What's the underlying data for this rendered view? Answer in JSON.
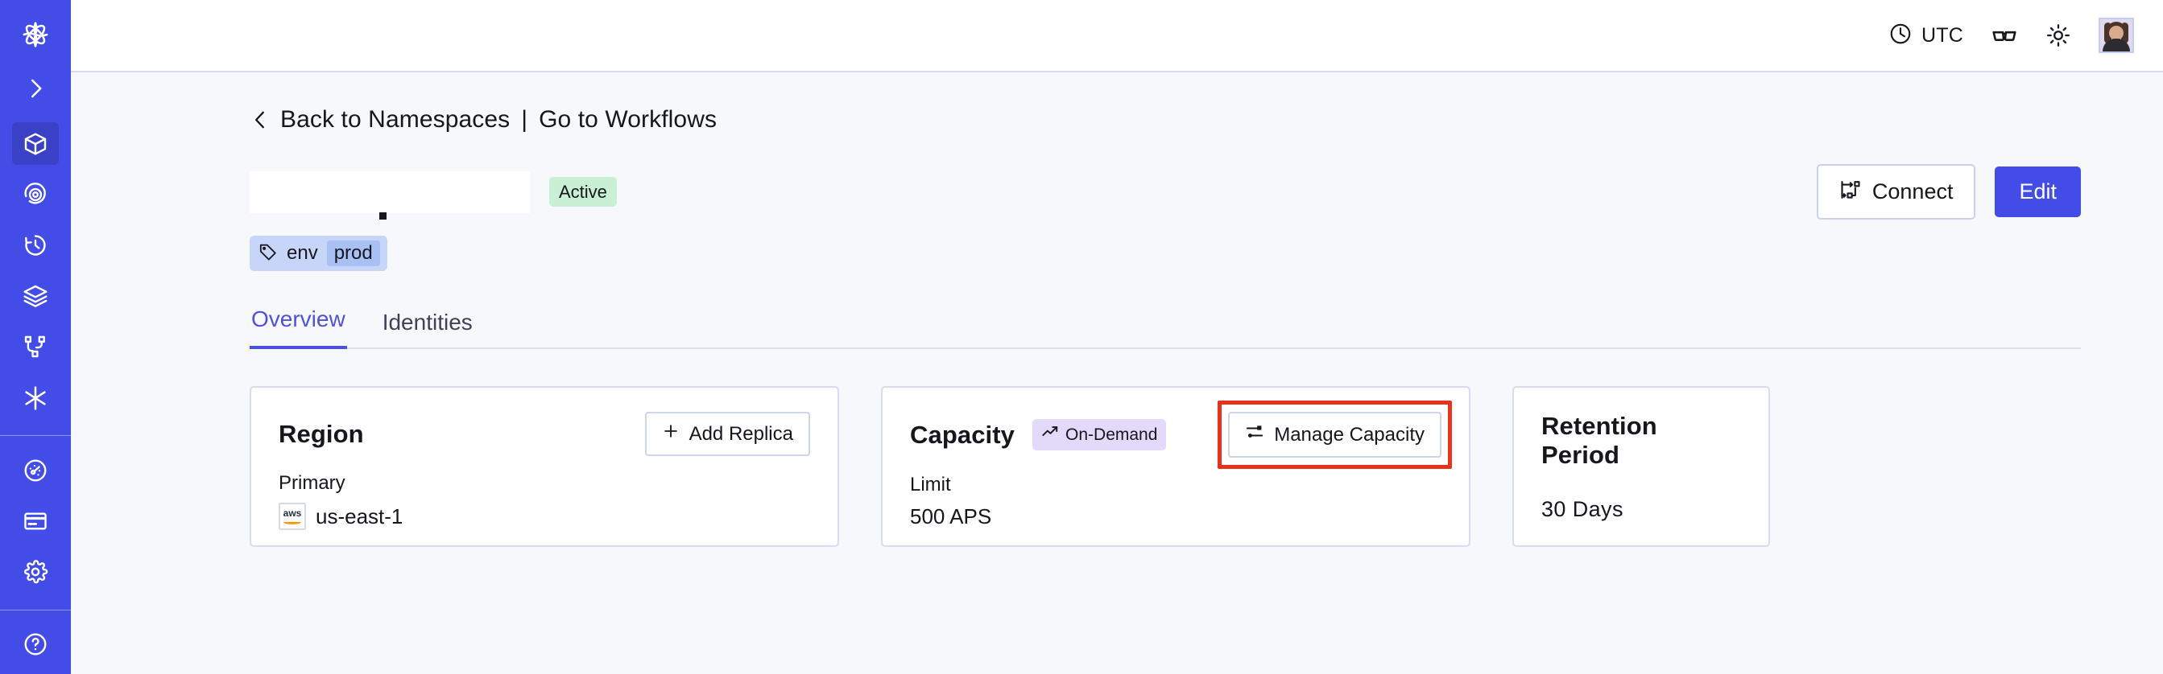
{
  "sidebar": {
    "logo": {
      "icon": "temporal-star-logo"
    },
    "items": [
      {
        "icon": "chevron-right-icon",
        "name": "expand-sidebar",
        "active": false
      },
      {
        "icon": "cube-icon",
        "name": "namespaces",
        "active": true
      },
      {
        "icon": "eye-observability-icon",
        "name": "observability",
        "active": false
      },
      {
        "icon": "history-timer-icon",
        "name": "schedules",
        "active": false
      },
      {
        "icon": "layers-icon",
        "name": "batch-operations",
        "active": false
      },
      {
        "icon": "git-branch-icon",
        "name": "workflows",
        "active": false
      },
      {
        "icon": "asterisk-nexus-icon",
        "name": "nexus",
        "active": false
      },
      {
        "icon": "gauge-usage-icon",
        "name": "usage",
        "active": false
      },
      {
        "icon": "credit-card-icon",
        "name": "billing",
        "active": false
      },
      {
        "icon": "gear-icon",
        "name": "settings",
        "active": false
      }
    ]
  },
  "topbar": {
    "timezone_label": "UTC",
    "clock_icon": "clock-icon",
    "glasses_icon": "glasses-icon",
    "theme_icon": "sun-icon",
    "avatar_icon": "user-avatar"
  },
  "breadcrumb": {
    "back_icon": "chevron-left-icon",
    "back_label": "Back to Namespaces",
    "separator": "|",
    "forward_label": "Go to Workflows"
  },
  "header": {
    "title": "",
    "status_badge": "Active",
    "connect_label": "Connect",
    "connect_icon": "connect-flow-icon",
    "edit_label": "Edit",
    "tags": [
      {
        "icon": "tag-icon",
        "key": "env",
        "value": "prod"
      }
    ]
  },
  "tabs": [
    {
      "label": "Overview",
      "active": true
    },
    {
      "label": "Identities",
      "active": false
    }
  ],
  "cards": {
    "region": {
      "title": "Region",
      "action_label": "Add Replica",
      "action_icon": "plus-icon",
      "sub_label": "Primary",
      "provider_icon": "aws-logo",
      "provider_text": "aws",
      "value": "us-east-1"
    },
    "capacity": {
      "title": "Capacity",
      "badge_label": "On-Demand",
      "badge_icon": "trending-up-icon",
      "action_label": "Manage Capacity",
      "action_icon": "sliders-icon",
      "sub_label": "Limit",
      "value": "500 APS",
      "highlighted": true
    },
    "retention": {
      "title": "Retention Period",
      "value": "30 Days"
    }
  },
  "colors": {
    "brand_blue": "#444ce7",
    "sidebar_active": "#3a41c7",
    "tab_active": "#4f52d9",
    "status_green": "#c9f0d4",
    "badge_purple": "#e3daf9",
    "tag_blue": "#c6d5f8",
    "tag_value_blue": "#a8c0f4",
    "annotation_red": "#e8331c",
    "content_bg": "#f7f8fb",
    "card_border": "#d6dbef"
  }
}
